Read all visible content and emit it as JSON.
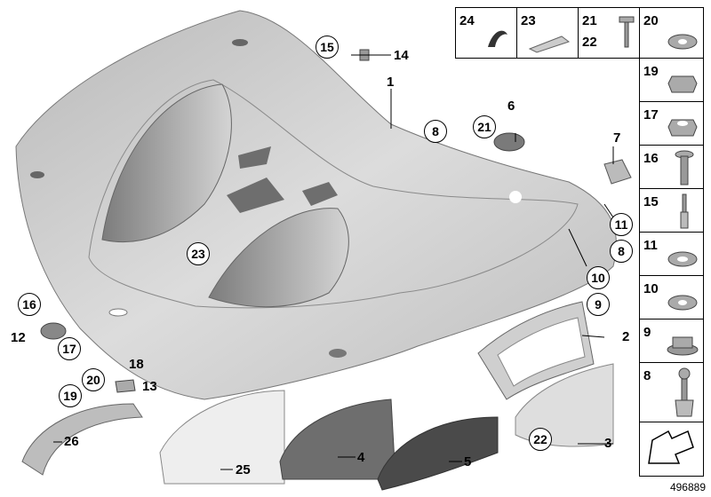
{
  "diagram_id": "496889",
  "labels": {
    "l1": "1",
    "l2": "2",
    "l3": "3",
    "l4": "4",
    "l5": "5",
    "l6": "6",
    "l7": "7",
    "l8a": "8",
    "l8b": "8",
    "l9": "9",
    "l10": "10",
    "l11": "11",
    "l12": "12",
    "l13": "13",
    "l14": "14",
    "l15": "15",
    "l16": "16",
    "l17": "17",
    "l18": "18",
    "l19": "19",
    "l20": "20",
    "l21": "21",
    "l22": "22",
    "l23": "23",
    "l25": "25",
    "l26": "26"
  },
  "legend": {
    "top": [
      "24",
      "23",
      "21",
      "22",
      "20"
    ],
    "side": [
      "19",
      "17",
      "16",
      "15",
      "11",
      "10",
      "9",
      "8"
    ]
  },
  "colors": {
    "part_fill": "#c9c9c9",
    "part_dark": "#8d8d8d",
    "part_light": "#e6e6e6"
  }
}
